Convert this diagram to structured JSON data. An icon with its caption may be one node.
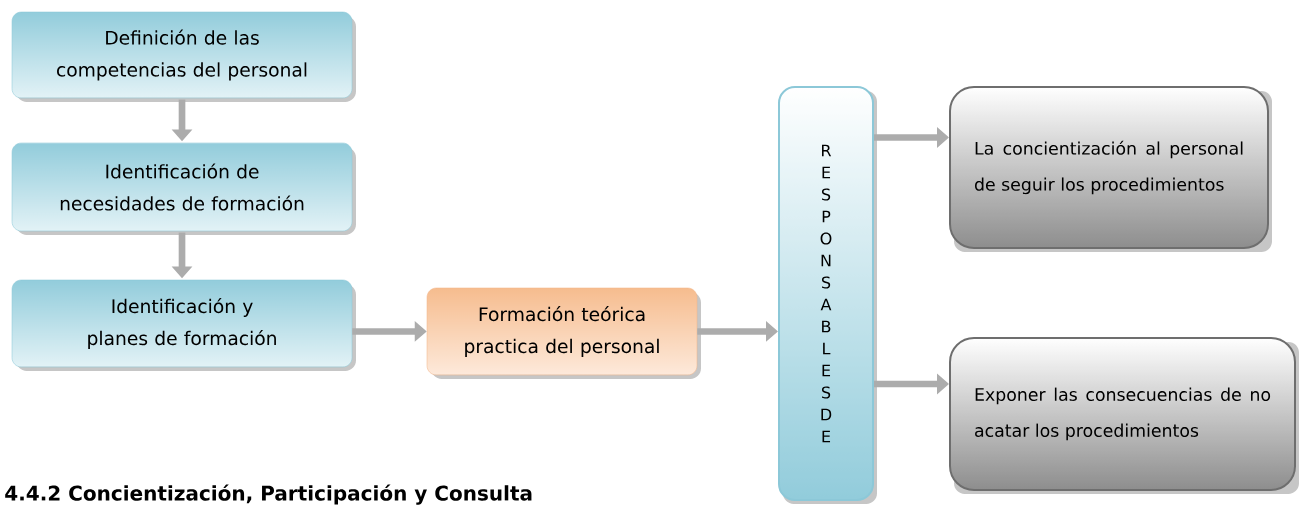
{
  "diagram": {
    "nodes": [
      {
        "text": [
          "Definición de las competencias del personal"
        ]
      },
      {
        "text": [
          "Identificación de necesidades de formación"
        ]
      },
      {
        "text": [
          "Identificación y planes de formación"
        ]
      },
      {
        "text": [
          "Formación teórica practica del personal"
        ]
      },
      {
        "text": [
          "RESPONSABLES DE"
        ]
      },
      {
        "text": [
          "La concientización al personal de seguir los procedimientos"
        ]
      },
      {
        "text": [
          "Exponer las consecuencias de no acatar los procedimientos"
        ]
      }
    ],
    "edges": [
      {
        "from": 0,
        "to": 1,
        "arrow": "to"
      },
      {
        "from": 1,
        "to": 2,
        "arrow": "to"
      },
      {
        "from": 2,
        "to": 3,
        "arrow": "to"
      },
      {
        "from": 3,
        "to": 4,
        "arrow": "to"
      },
      {
        "from": 4,
        "to": 5,
        "arrow": "to"
      },
      {
        "from": 4,
        "to": 6,
        "arrow": "to"
      }
    ],
    "labels": [
      "4.4.2 Concientización, Participación y Consulta"
    ]
  }
}
